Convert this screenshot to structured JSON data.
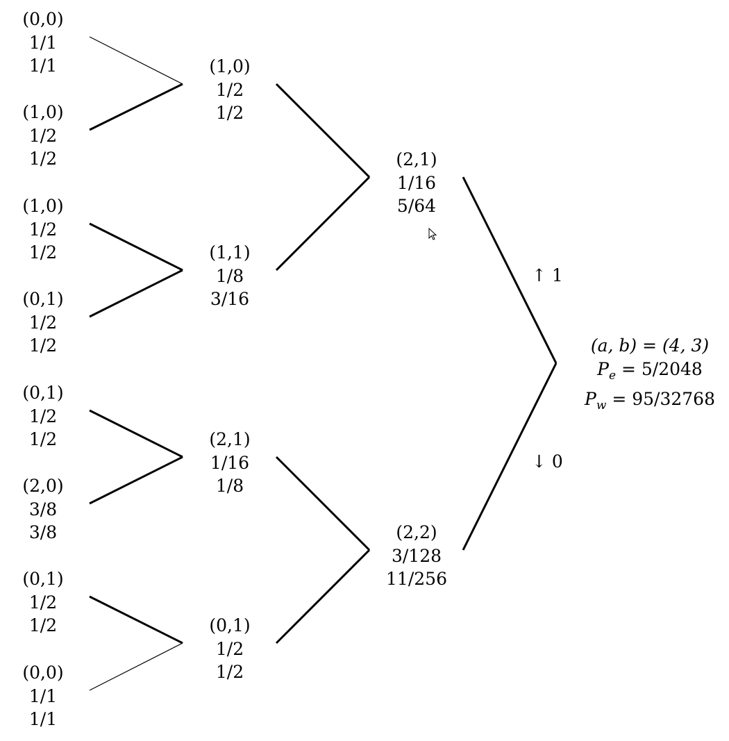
{
  "tree": {
    "leaves": [
      {
        "id": "L1",
        "state": "(0,0)",
        "pe": "1/1",
        "pw": "1/1"
      },
      {
        "id": "L2",
        "state": "(1,0)",
        "pe": "1/2",
        "pw": "1/2"
      },
      {
        "id": "L3",
        "state": "(1,0)",
        "pe": "1/2",
        "pw": "1/2"
      },
      {
        "id": "L4",
        "state": "(0,1)",
        "pe": "1/2",
        "pw": "1/2"
      },
      {
        "id": "L5",
        "state": "(0,1)",
        "pe": "1/2",
        "pw": "1/2"
      },
      {
        "id": "L6",
        "state": "(2,0)",
        "pe": "3/8",
        "pw": "3/8"
      },
      {
        "id": "L7",
        "state": "(0,1)",
        "pe": "1/2",
        "pw": "1/2"
      },
      {
        "id": "L8",
        "state": "(0,0)",
        "pe": "1/1",
        "pw": "1/1"
      }
    ],
    "level1": [
      {
        "id": "A1",
        "state": "(1,0)",
        "pe": "1/2",
        "pw": "1/2"
      },
      {
        "id": "A2",
        "state": "(1,1)",
        "pe": "1/8",
        "pw": "3/16"
      },
      {
        "id": "A3",
        "state": "(2,1)",
        "pe": "1/16",
        "pw": "1/8"
      },
      {
        "id": "A4",
        "state": "(0,1)",
        "pe": "1/2",
        "pw": "1/2"
      }
    ],
    "level2": [
      {
        "id": "B1",
        "state": "(2,1)",
        "pe": "1/16",
        "pw": "5/64"
      },
      {
        "id": "B2",
        "state": "(2,2)",
        "pe": "3/128",
        "pw": "11/256"
      }
    ],
    "root": {
      "line1": "(a, b) = (4, 3)",
      "line2_var": "P",
      "line2_sub": "e",
      "line2_val": " = 5/2048",
      "line3_var": "P",
      "line3_sub": "w",
      "line3_val": " = 95/32768"
    },
    "branch_labels": {
      "up": "↑ 1",
      "down": "↓ 0"
    }
  },
  "colors": {
    "line": "#000000",
    "background": "#ffffff"
  },
  "icons": {
    "cursor": "mouse-pointer-icon"
  }
}
